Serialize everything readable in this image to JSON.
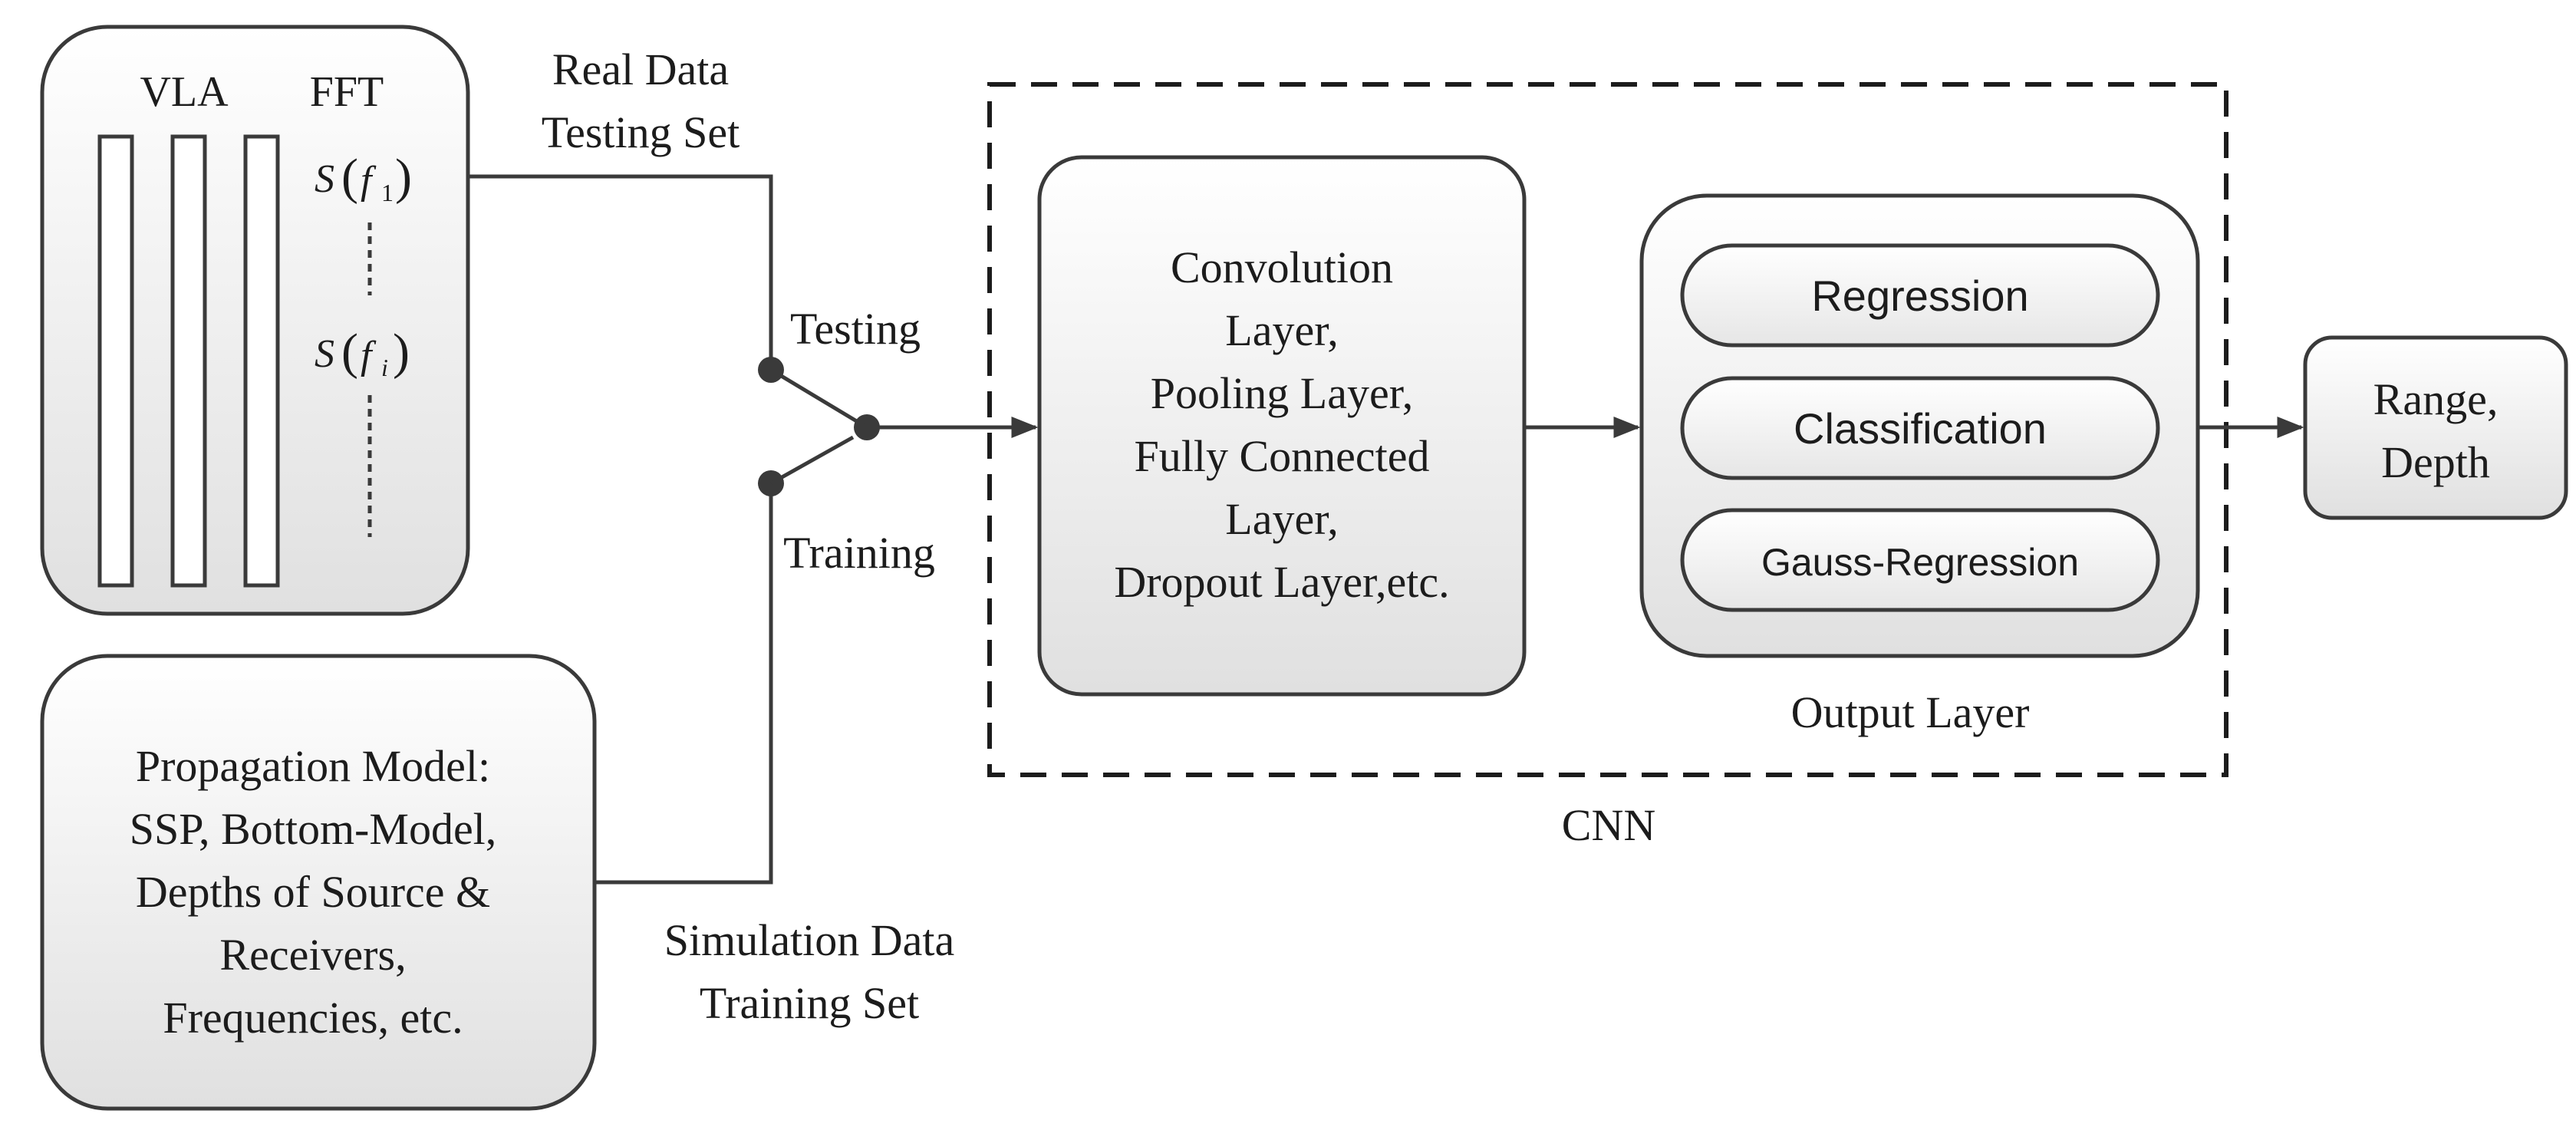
{
  "vla_box": {
    "vla_label": "VLA",
    "fft_label": "FFT",
    "signal_first": {
      "symbol": "S",
      "var": "f",
      "sub": "1"
    },
    "signal_i": {
      "symbol": "S",
      "var": "f",
      "sub": "i"
    }
  },
  "real_data_label": [
    "Real Data",
    "Testing Set"
  ],
  "switch": {
    "testing_label": "Testing",
    "training_label": "Training"
  },
  "propagation_box": {
    "lines": [
      "Propagation Model:",
      "SSP, Bottom-Model,",
      "Depths of Source &",
      "Receivers,",
      "Frequencies, etc."
    ]
  },
  "simulation_label": [
    "Simulation Data",
    "Training Set"
  ],
  "cnn": {
    "label": "CNN",
    "layers_box": {
      "lines": [
        "Convolution",
        "Layer,",
        "Pooling Layer,",
        "Fully Connected",
        "Layer,",
        "Dropout Layer,etc."
      ]
    },
    "output_layer": {
      "label": "Output Layer",
      "options": [
        "Regression",
        "Classification",
        "Gauss-Regression"
      ]
    }
  },
  "result_box": {
    "lines": [
      "Range,",
      "Depth"
    ]
  },
  "colors": {
    "stroke": "#3a3a3a",
    "box_fill_top": "#ffffff",
    "box_fill_bottom": "#e2e2e2"
  }
}
